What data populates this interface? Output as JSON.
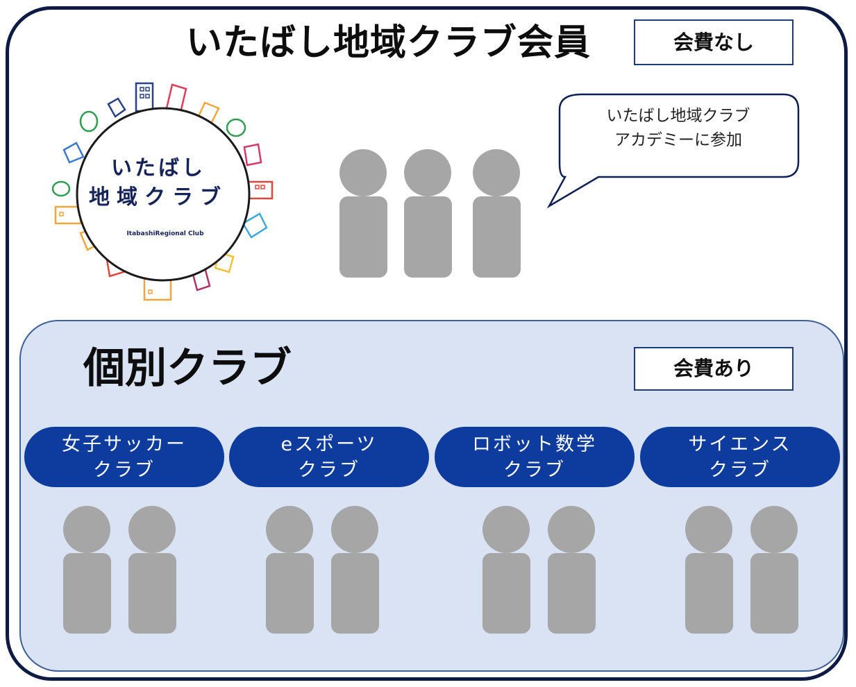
{
  "header": {
    "title": "いたばし地域クラブ会員",
    "fee_label": "会費なし"
  },
  "logo": {
    "line1": "いたばし",
    "line2": "地域クラブ",
    "subtitle": "ItabashiRegional Club"
  },
  "speech_bubble": {
    "line1": "いたばし地域クラブ",
    "line2": "アカデミーに参加"
  },
  "individual": {
    "title": "個別クラブ",
    "fee_label": "会費あり",
    "clubs": [
      {
        "line1": "女子サッカー",
        "line2": "クラブ"
      },
      {
        "line1": "eスポーツ",
        "line2": "クラブ"
      },
      {
        "line1": "ロボット数学",
        "line2": "クラブ"
      },
      {
        "line1": "サイエンス",
        "line2": "クラブ"
      }
    ]
  },
  "colors": {
    "border": "#0c1a44",
    "panel": "#dae3f3",
    "pill": "#0e3c9e",
    "person": "#a6a6a6"
  }
}
